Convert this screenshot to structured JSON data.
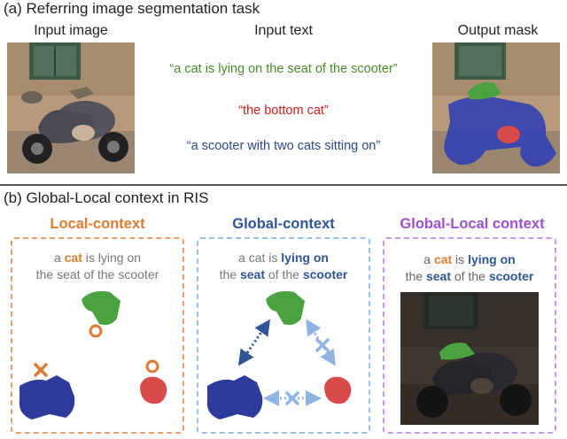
{
  "section_a": {
    "title": "(a) Referring image segmentation task",
    "input_image_label": "Input image",
    "input_text_label": "Input text",
    "output_mask_label": "Output mask",
    "expressions": [
      {
        "text": "“a cat is lying on  the seat of the scooter”",
        "color": "#4a8a2a"
      },
      {
        "text": "“the bottom cat”",
        "color": "#d0201a"
      },
      {
        "text": "“a scooter with two cats sitting on”",
        "color": "#2a4a8a"
      }
    ]
  },
  "section_b": {
    "title": "(b) Global-Local context in RIS",
    "panels": {
      "local": {
        "title": "Local-context",
        "color": "#e07a30",
        "line1_pre": "a ",
        "line1_word": "cat",
        "line1_post": " is lying on",
        "line2": "the seat of the scooter"
      },
      "global": {
        "title": "Global-context",
        "color": "#2f5597",
        "line1_pre": "a cat is ",
        "line1_word": "lying on",
        "line2_pre": "the ",
        "line2_word1": "seat",
        "line2_mid": " of the ",
        "line2_word2": "scooter"
      },
      "globallocal": {
        "title": "Global-Local context",
        "color": "#9d4fd0",
        "line1_pre": "a ",
        "line1_word1": "cat",
        "line1_mid": " is ",
        "line1_word2": "lying on",
        "line2_pre": "the ",
        "line2_word1": "seat",
        "line2_mid": " of the ",
        "line2_word2": "scooter"
      }
    }
  },
  "colors": {
    "cat_green": "#4aa340",
    "cat_red": "#d94a4a",
    "scooter_blue": "#2e3a9c",
    "orange_mark": "#e07a30",
    "light_blue_arrow": "#8fb4e3",
    "dark_blue_arrow": "#2f5597"
  }
}
